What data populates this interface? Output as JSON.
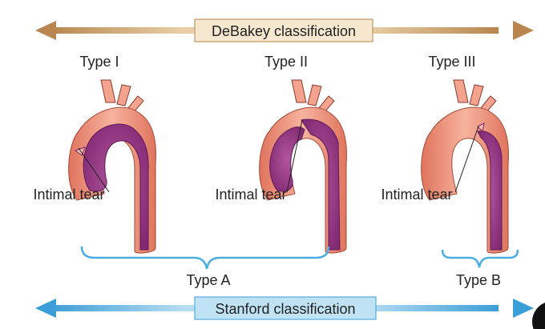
{
  "debakey": {
    "title": "DeBakey classification",
    "types": [
      "Type I",
      "Type II",
      "Type III"
    ]
  },
  "tear_label": "Intimal tear",
  "stanford": {
    "title": "Stanford classification",
    "groups": [
      "Type A",
      "Type B"
    ]
  },
  "colors": {
    "debakey_arrow": "#B8864E",
    "debakey_box": "#F6E7CF",
    "stanford_arrow": "#4FA9DD",
    "stanford_box": "#BFE3F4",
    "aortic_wall": "#F0927B",
    "dissection_lumen": "#8E2F7C",
    "bracket": "#4AAFE0"
  }
}
